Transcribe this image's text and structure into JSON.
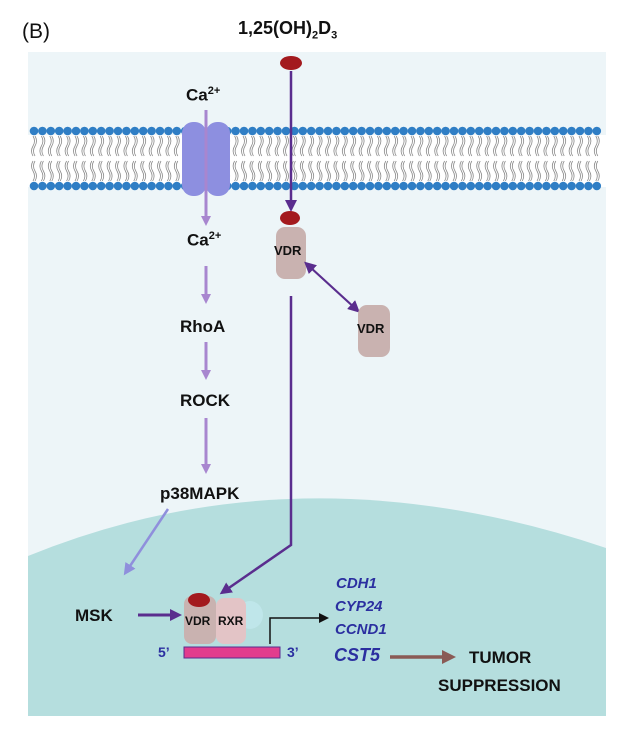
{
  "figure": {
    "panel_label": "(B)",
    "ligand": {
      "prefix": "1,25(OH)",
      "sub1": "2",
      "mid": "D",
      "sub2": "3"
    },
    "channel_ion_top": {
      "base": "Ca",
      "sup": "2+"
    },
    "channel_ion_inside": {
      "base": "Ca",
      "sup": "2+"
    },
    "pathway": [
      "RhoA",
      "ROCK",
      "p38MAPK"
    ],
    "msk": "MSK",
    "vdr_receptor": "VDR",
    "vdr_free": "VDR",
    "nuclear_vdr": "VDR",
    "nuclear_rxr": "RXR",
    "dna_5prime": "5’",
    "dna_3prime": "3’",
    "genes": [
      "CDH1",
      "CYP24",
      "CCND1",
      "CST5"
    ],
    "outcome_line1": "TUMOR",
    "outcome_line2": "SUPPRESSION"
  },
  "colors": {
    "cytoplasm": "#edf5f8",
    "nucleus": "#b5dede",
    "membrane_head": "#2f7ec5",
    "channel": "#8d8fe0",
    "ligand": "#a31a1e",
    "receptor": "#c9b2b0",
    "rxr": "#e3c4c6",
    "coactivator": "#bfe6ea",
    "dna": "#e23c8d",
    "arrow_light": "#a886cf",
    "arrow_dark": "#5a2d8e",
    "arrow_msk_source": "#8f8fdc",
    "arrow_outcome": "#8a5a55",
    "gene_text": "#2b2fa0"
  }
}
